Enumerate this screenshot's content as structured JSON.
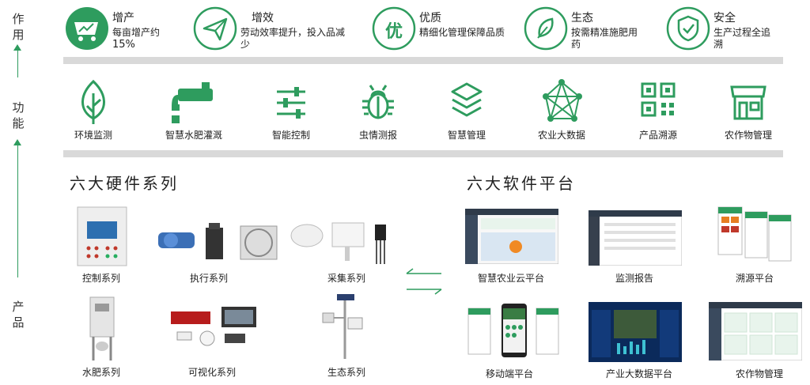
{
  "side": {
    "effect": [
      "作",
      "用"
    ],
    "function": [
      "功",
      "能"
    ],
    "product": [
      "产",
      "品"
    ]
  },
  "colors": {
    "accent": "#2e9c5e",
    "band": "#d9d9d9"
  },
  "benefits": [
    {
      "icon": "cart-icon",
      "title": "增产",
      "desc": "每亩增产约",
      "desc2": "15%"
    },
    {
      "icon": "paper-plane-icon",
      "title": "增效",
      "desc": "劳动效率提升，投入品减少"
    },
    {
      "icon": "you-badge-icon",
      "badge": "优",
      "title": "优质",
      "desc": "精细化管理保障品质"
    },
    {
      "icon": "leaf-icon",
      "title": "生态",
      "desc": "按需精准施肥用药"
    },
    {
      "icon": "shield-check-icon",
      "title": "安全",
      "desc": "生产过程全追溯"
    }
  ],
  "functions": [
    {
      "icon": "tree-leaf-icon",
      "label": "环境监测"
    },
    {
      "icon": "faucet-icon",
      "label": "智慧水肥灌溉"
    },
    {
      "icon": "sliders-icon",
      "label": "智能控制"
    },
    {
      "icon": "bug-icon",
      "label": "虫情测报"
    },
    {
      "icon": "layers-icon",
      "label": "智慧管理"
    },
    {
      "icon": "network-icon",
      "label": "农业大数据"
    },
    {
      "icon": "qr-code-icon",
      "label": "产品溯源"
    },
    {
      "icon": "store-icon",
      "label": "农作物管理"
    }
  ],
  "hardware": {
    "title": "六大硬件系列",
    "items": [
      "控制系列",
      "执行系列",
      "采集系列",
      "水肥系列",
      "可视化系列",
      "生态系列"
    ]
  },
  "software": {
    "title": "六大软件平台",
    "items": [
      "智慧农业云平台",
      "监测报告",
      "溯源平台",
      "移动端平台",
      "产业大数据平台",
      "农作物管理"
    ]
  }
}
